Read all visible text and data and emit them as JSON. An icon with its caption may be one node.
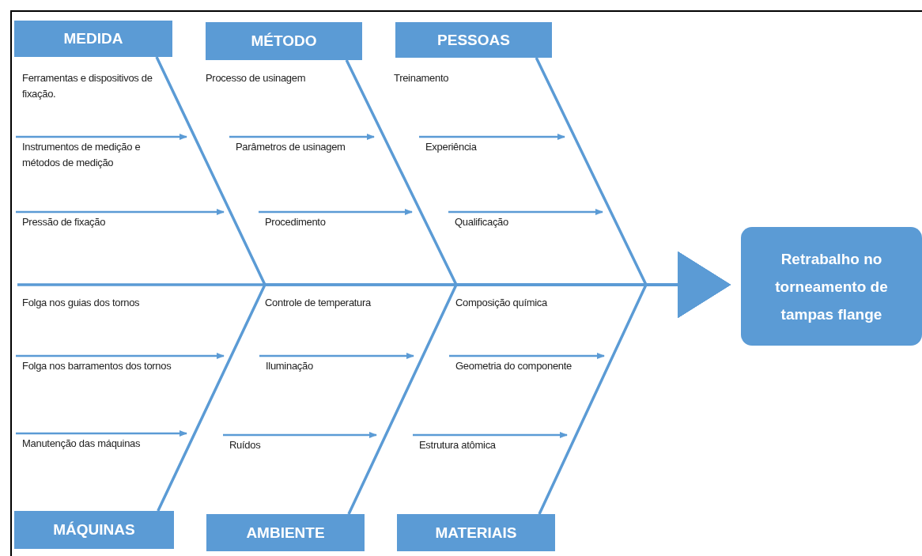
{
  "diagram": {
    "nodes": [
      {
        "text": [
          "MEDIDA"
        ]
      },
      {
        "text": [
          "Ferramentas e dispositivos de fixação."
        ]
      },
      {
        "text": [
          "Instrumentos de medição e métodos de medição"
        ]
      },
      {
        "text": [
          "Pressão de fixação"
        ]
      },
      {
        "text": [
          "MÉTODO"
        ]
      },
      {
        "text": [
          "Processo de usinagem"
        ]
      },
      {
        "text": [
          "Parâmetros de usinagem"
        ]
      },
      {
        "text": [
          "Procedimento"
        ]
      },
      {
        "text": [
          "PESSOAS"
        ]
      },
      {
        "text": [
          "Treinamento"
        ]
      },
      {
        "text": [
          "Experiência"
        ]
      },
      {
        "text": [
          "Qualificação"
        ]
      },
      {
        "text": [
          "MÁQUINAS"
        ]
      },
      {
        "text": [
          "Folga nos guias dos tornos"
        ]
      },
      {
        "text": [
          "Folga nos barramentos dos tornos"
        ]
      },
      {
        "text": [
          "Manutenção das máquinas"
        ]
      },
      {
        "text": [
          "AMBIENTE"
        ]
      },
      {
        "text": [
          "Controle de temperatura"
        ]
      },
      {
        "text": [
          "Iluminação"
        ]
      },
      {
        "text": [
          "Ruídos"
        ]
      },
      {
        "text": [
          "MATERIAIS"
        ]
      },
      {
        "text": [
          "Composição química"
        ]
      },
      {
        "text": [
          "Geometria do componente"
        ]
      },
      {
        "text": [
          "Estrutura atômica"
        ]
      },
      {
        "text": [
          "Retrabalho no torneamento de tampas flange"
        ]
      }
    ],
    "edges": [
      {
        "from": 2,
        "to": null,
        "arrow": "to"
      },
      {
        "from": 3,
        "to": null,
        "arrow": "to"
      },
      {
        "from": 6,
        "to": null,
        "arrow": "to"
      },
      {
        "from": 7,
        "to": null,
        "arrow": "to"
      },
      {
        "from": 10,
        "to": null,
        "arrow": "to"
      },
      {
        "from": 11,
        "to": null,
        "arrow": "to"
      },
      {
        "from": 14,
        "to": null,
        "arrow": "to"
      },
      {
        "from": 15,
        "to": null,
        "arrow": "to"
      },
      {
        "from": 18,
        "to": null,
        "arrow": "to"
      },
      {
        "from": 19,
        "to": null,
        "arrow": "to"
      },
      {
        "from": 22,
        "to": null,
        "arrow": "to"
      },
      {
        "from": 23,
        "to": null,
        "arrow": "to"
      },
      {
        "from": 0,
        "to": 24,
        "arrow": "to"
      },
      {
        "from": 4,
        "to": 24,
        "arrow": "to"
      },
      {
        "from": 8,
        "to": 24,
        "arrow": "to"
      },
      {
        "from": 12,
        "to": 24,
        "arrow": "to"
      },
      {
        "from": 16,
        "to": 24,
        "arrow": "to"
      },
      {
        "from": 20,
        "to": 24,
        "arrow": "to"
      }
    ]
  }
}
